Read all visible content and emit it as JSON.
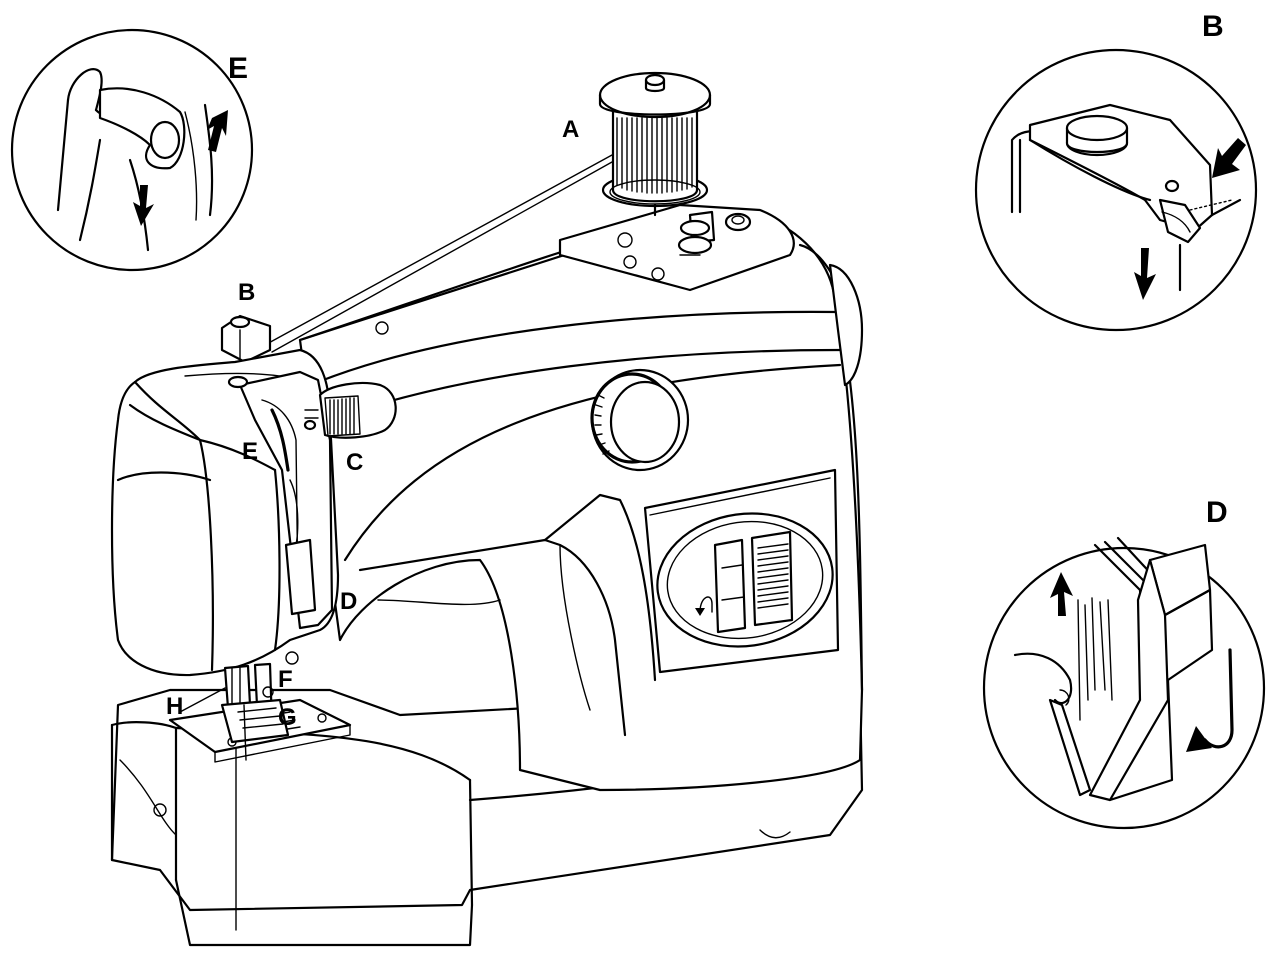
{
  "labels": {
    "main": {
      "a": "A",
      "b": "B",
      "c": "C",
      "d": "D",
      "e": "E",
      "f": "F",
      "g": "G",
      "h": "H"
    },
    "inset_e": "E",
    "inset_b": "B",
    "inset_d": "D"
  }
}
